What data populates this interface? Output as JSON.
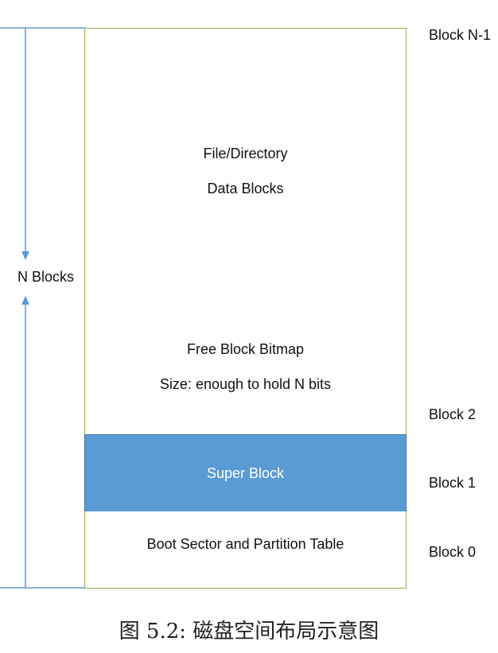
{
  "regions": {
    "data_blocks": {
      "line1": "File/Directory",
      "line2": "Data Blocks"
    },
    "bitmap": {
      "line1": "Free Block Bitmap",
      "line2": "Size: enough to hold N bits"
    },
    "super_block": {
      "label": "Super Block"
    },
    "boot_sector": {
      "label": "Boot Sector and Partition Table"
    }
  },
  "block_labels": {
    "top": "Block N-1",
    "block2": "Block 2",
    "block1": "Block 1",
    "block0": "Block 0"
  },
  "span": {
    "label": "N Blocks"
  },
  "caption": "图 5.2: 磁盘空间布局示意图",
  "colors": {
    "border_green": "#8db44a",
    "arrow_blue": "#5b9bd5",
    "super_block_fill": "#5b9bd5",
    "super_block_text": "#ffffff"
  }
}
